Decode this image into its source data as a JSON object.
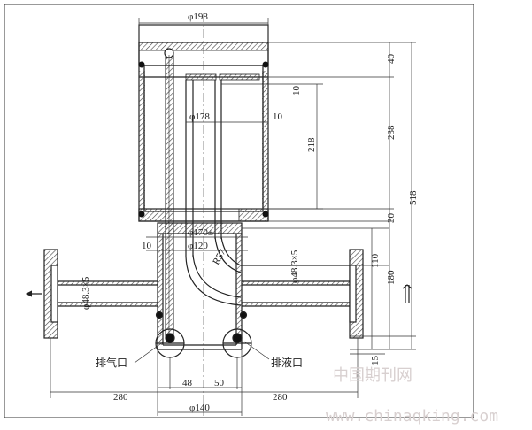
{
  "drawing": {
    "dims": {
      "d198": "φ198",
      "d178": "φ178",
      "d170": "φ170±",
      "d120": "φ120",
      "d140": "φ140",
      "d48x3_right": "φ48.3×5",
      "d48x3_left": "φ48.3×5",
      "r57": "R57",
      "v40": "40",
      "v238": "238",
      "v30": "30",
      "v518": "518",
      "v110": "110",
      "v180": "180",
      "v15": "15",
      "v218": "218",
      "v10_right": "10",
      "v10_mid": "10",
      "v10_left": "10",
      "h280_left": "280",
      "h280_right": "280",
      "h48": "48",
      "h50": "50"
    },
    "labels": {
      "gas_outlet": "排气口",
      "liquid_outlet": "排液口"
    }
  },
  "watermark": {
    "cn": "中国期刊网",
    "url": "www.chinaqking.com"
  },
  "colors": {
    "line": "#2a2a2a",
    "hatch": "#444444",
    "watermark": "#d8d0d0"
  }
}
